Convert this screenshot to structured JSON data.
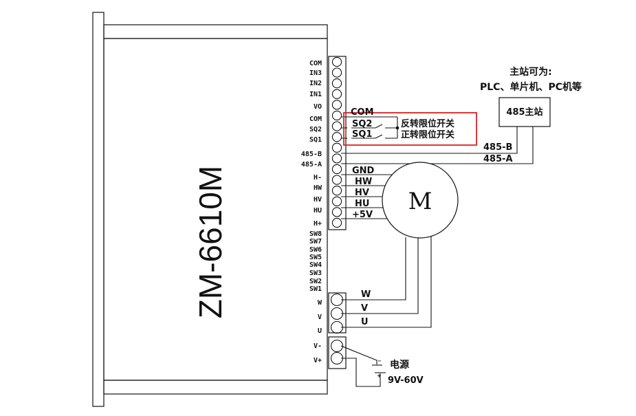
{
  "driver": {
    "model": "ZM-6610M",
    "pins": [
      "COM",
      "IN3",
      "IN2",
      "IN1",
      "VO",
      "COM",
      "SQ2",
      "SQ1",
      "485-B",
      "485-A",
      "H-",
      "HW",
      "HV",
      "HU",
      "H+",
      "SW8",
      "SW7",
      "SW6",
      "SW5",
      "SW4",
      "SW3",
      "SW2",
      "SW1",
      "W",
      "V",
      "U",
      "V-",
      "V+"
    ]
  },
  "master": {
    "title_line1": "主站可为:",
    "title_line2": "PLC、单片机、PC机等",
    "box_label": "485主站"
  },
  "limit_switches": {
    "com_label": "COM",
    "sq2_label": "SQ2",
    "sq1_label": "SQ1",
    "reverse_label": "反转限位开关",
    "forward_label": "正转限位开关",
    "highlight_color": "#e02020"
  },
  "bus": {
    "b_label": "485-B",
    "a_label": "485-A"
  },
  "hall": {
    "gnd": "GND",
    "hw": "HW",
    "hv": "HV",
    "hu": "HU",
    "vcc": "+5V"
  },
  "motor": {
    "label": "M"
  },
  "phase": {
    "w": "W",
    "v": "V",
    "u": "U"
  },
  "power": {
    "label": "电源",
    "range": "9V-60V"
  }
}
